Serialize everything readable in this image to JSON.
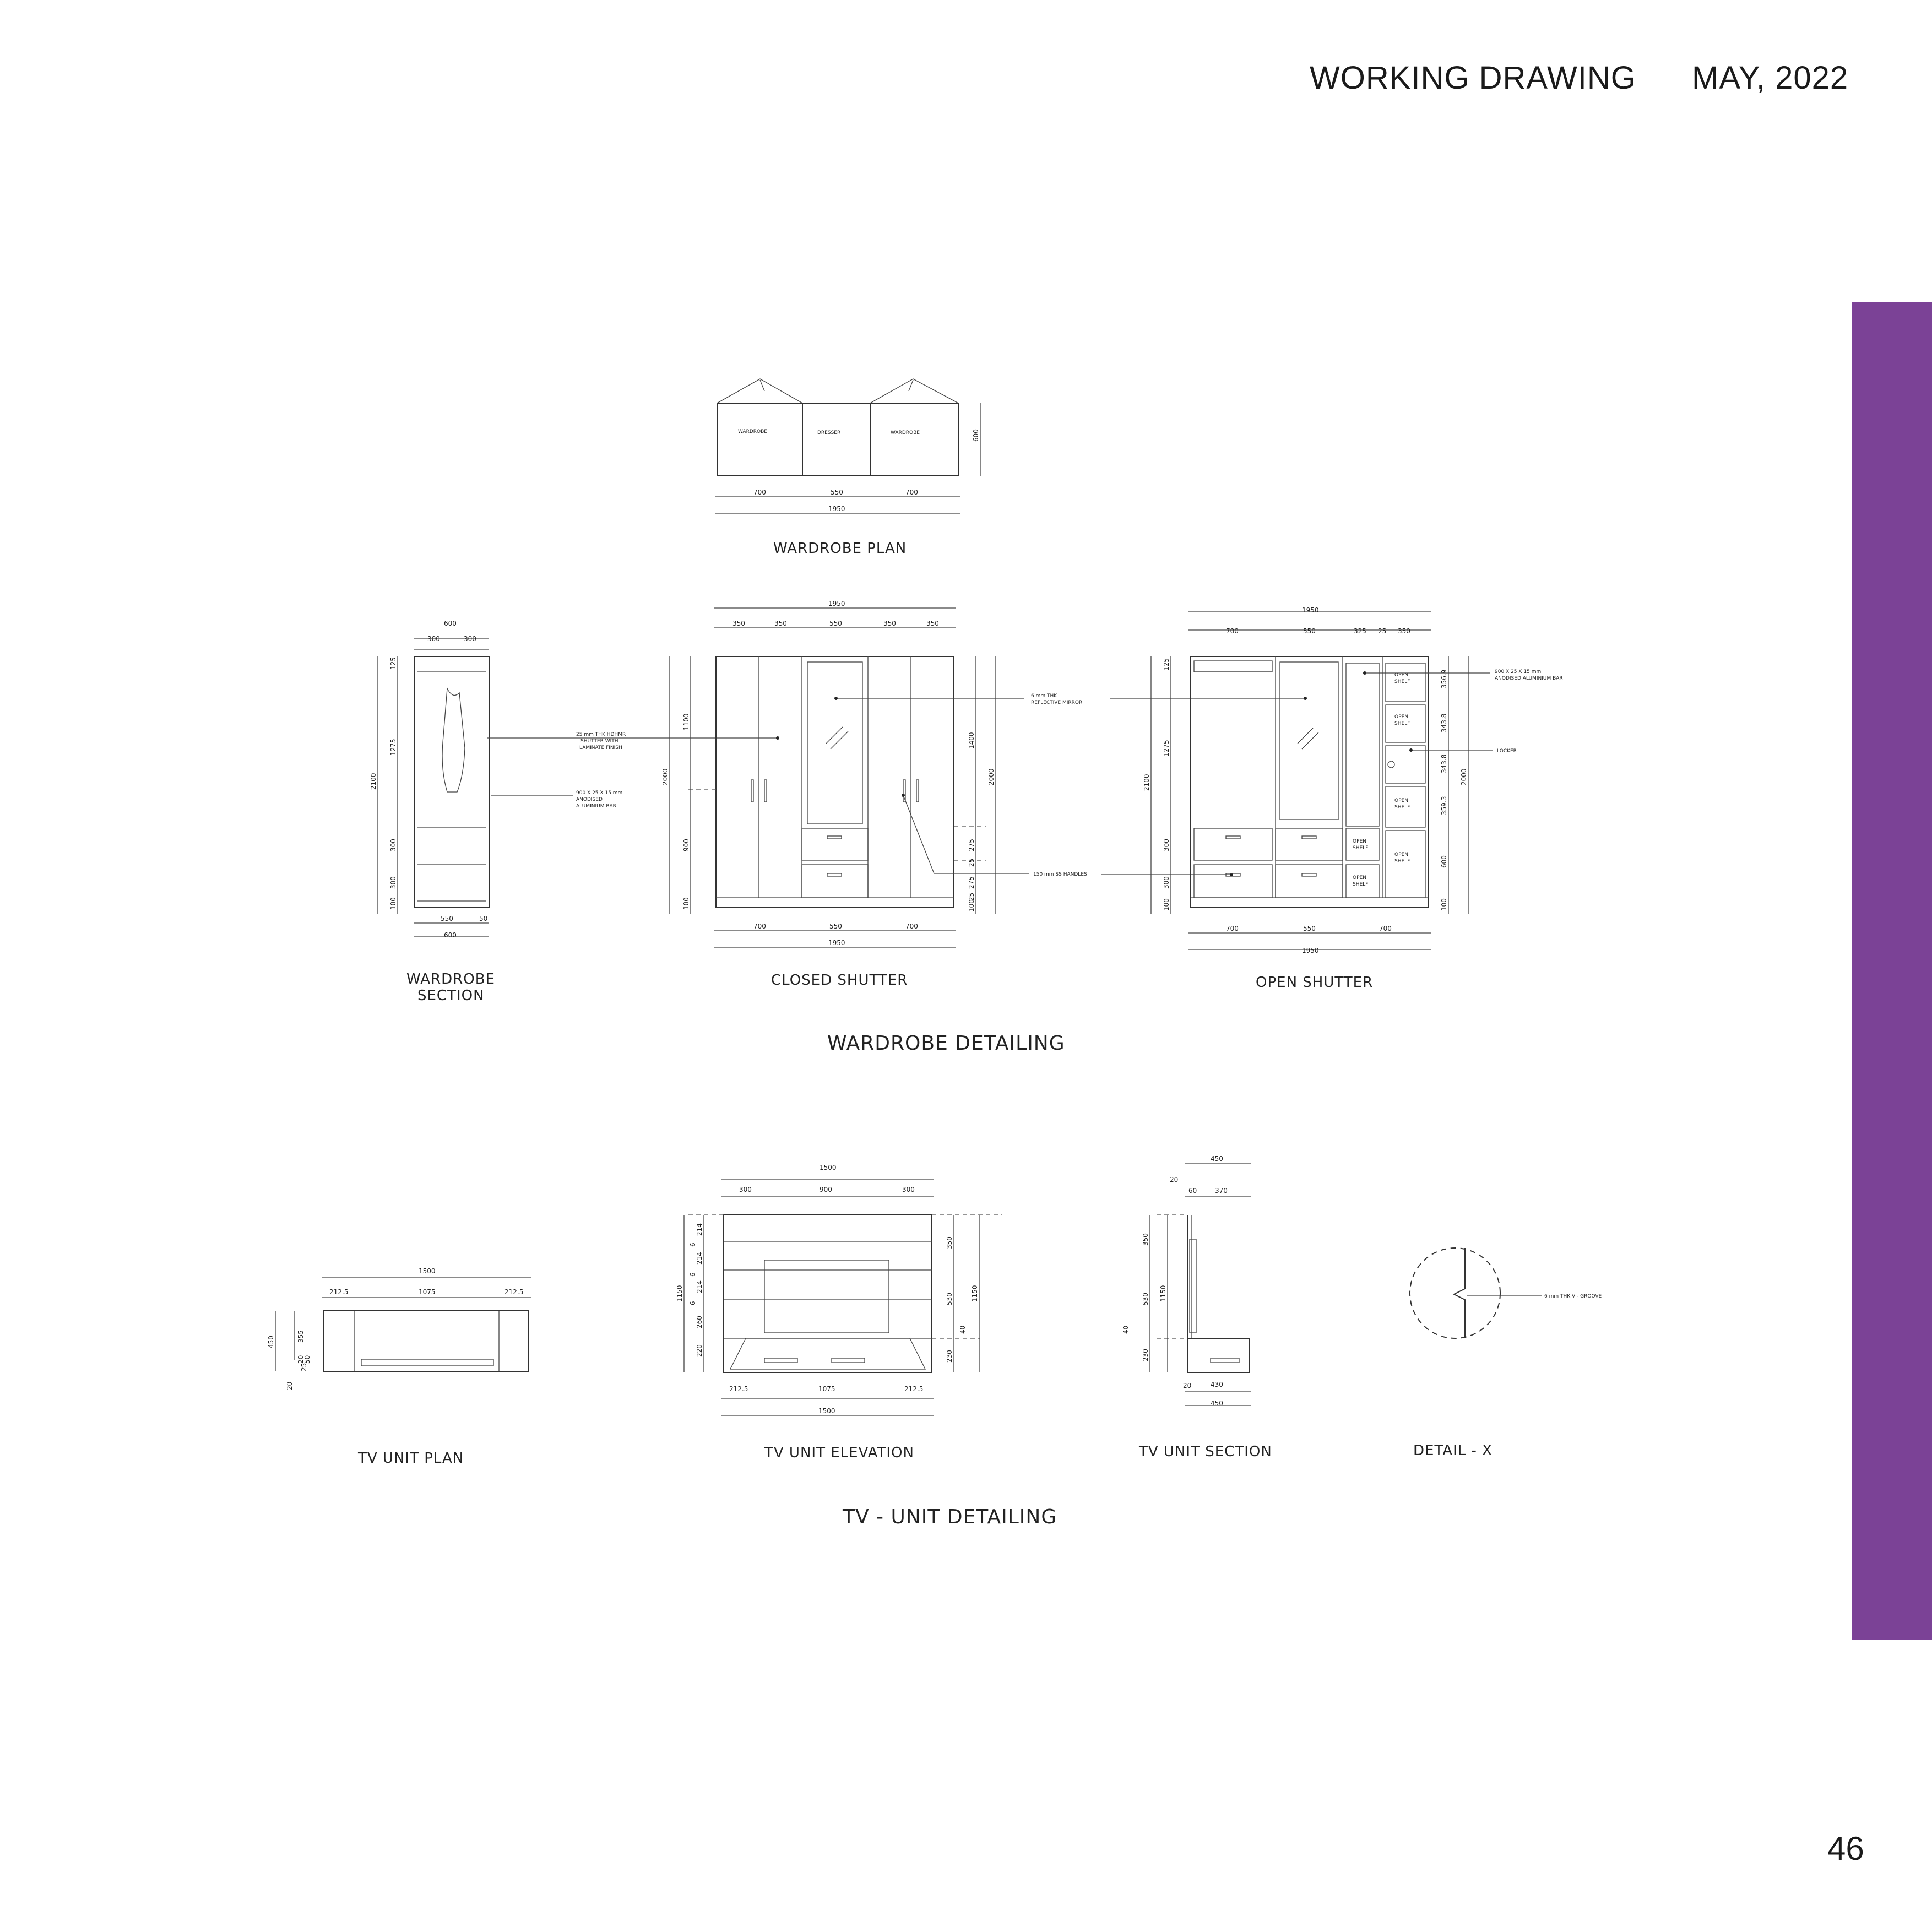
{
  "header": {
    "title": "WORKING DRAWING",
    "date": "MAY, 2022"
  },
  "page_number": "46",
  "colors": {
    "accent_bar": "#7b4296",
    "line": "#333333",
    "background": "#ffffff"
  },
  "wardrobe": {
    "section_title": "WARDROBE DETAILING",
    "plan": {
      "caption": "WARDROBE PLAN",
      "labels": [
        "WARDROBE",
        "DRESSER",
        "WARDROBE"
      ],
      "dims": [
        "700",
        "550",
        "700",
        "1950",
        "600"
      ]
    },
    "section": {
      "caption_line1": "WARDROBE",
      "caption_line2": "SECTION",
      "dims": [
        "600",
        "300",
        "300",
        "125",
        "1275",
        "2100",
        "300",
        "300",
        "100",
        "550",
        "50",
        "600"
      ]
    },
    "closed": {
      "caption": "CLOSED SHUTTER",
      "dims": [
        "1950",
        "350",
        "350",
        "550",
        "350",
        "350",
        "1100",
        "2000",
        "900",
        "100",
        "1400",
        "2000",
        "275",
        "25",
        "275",
        "25",
        "100",
        "700",
        "550",
        "700",
        "1950"
      ],
      "notes": {
        "shutter_1": "25 mm THK HDHMR",
        "shutter_2": "SHUTTER WITH",
        "shutter_3": "LAMINATE FINISH",
        "bar_1": "900 X 25 X 15 mm",
        "bar_2": "ANODISED",
        "bar_3": "ALUMINIUM BAR",
        "mirror_1": "6 mm THK",
        "mirror_2": "REFLECTIVE MIRROR",
        "handles": "150 mm SS HANDLES"
      }
    },
    "open": {
      "caption": "OPEN SHUTTER",
      "dims": [
        "1950",
        "700",
        "550",
        "325",
        "25",
        "350",
        "125",
        "1275",
        "2100",
        "300",
        "300",
        "100",
        "356.9",
        "343.8",
        "343.8",
        "359.3",
        "600",
        "2000",
        "100",
        "700",
        "550",
        "700",
        "1950"
      ],
      "labels": {
        "open_shelf_1": "OPEN",
        "open_shelf_2": "SHELF"
      },
      "notes": {
        "bar_1": "900 X 25 X 15 mm",
        "bar_2": "ANODISED ALUMINIUM BAR",
        "locker": "LOCKER"
      }
    }
  },
  "tv": {
    "section_title": "TV - UNIT DETAILING",
    "plan": {
      "caption": "TV UNIT PLAN",
      "dims": [
        "1500",
        "212.5",
        "1075",
        "212.5",
        "450",
        "355",
        "20",
        "25",
        "50",
        "20"
      ]
    },
    "elevation": {
      "caption": "TV UNIT ELEVATION",
      "dims": [
        "1500",
        "300",
        "900",
        "300",
        "214",
        "6",
        "214",
        "6",
        "214",
        "6",
        "260",
        "220",
        "1150",
        "350",
        "530",
        "1150",
        "40",
        "230",
        "212.5",
        "1075",
        "212.5",
        "1500"
      ]
    },
    "section": {
      "caption": "TV UNIT SECTION",
      "dims": [
        "450",
        "20",
        "60",
        "370",
        "350",
        "530",
        "1150",
        "40",
        "230",
        "20",
        "430",
        "450"
      ]
    },
    "detail": {
      "caption": "DETAIL - X",
      "note": "6 mm THK V - GROOVE"
    }
  }
}
